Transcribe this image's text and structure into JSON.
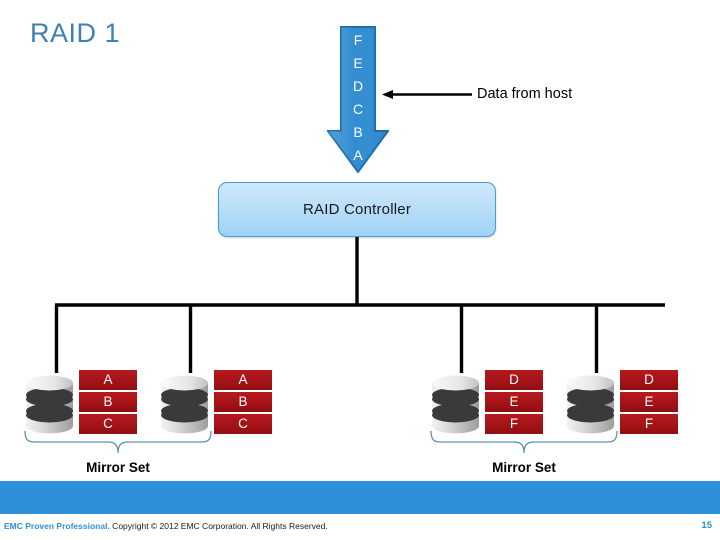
{
  "slide": {
    "title": "RAID 1",
    "title_color": "#4081b4",
    "background": "#ffffff"
  },
  "data_arrow": {
    "name": "data-stream-arrow",
    "direction": "down",
    "fill_color": "#2e8bd0",
    "border_color": "#1b6fae",
    "letters": [
      "F",
      "E",
      "D",
      "C",
      "B",
      "A"
    ]
  },
  "callout": {
    "label": "Data from host",
    "arrow_direction": "left",
    "color": "#000000"
  },
  "controller": {
    "label": "RAID Controller",
    "border_color": "#4b9dc8",
    "fill_top": "#cfe8fa",
    "fill_bottom": "#9fd2f6"
  },
  "disks": [
    {
      "name": "disk-1",
      "blocks": [
        "A",
        "B",
        "C"
      ]
    },
    {
      "name": "disk-2",
      "blocks": [
        "A",
        "B",
        "C"
      ]
    },
    {
      "name": "disk-3",
      "blocks": [
        "D",
        "E",
        "F"
      ]
    },
    {
      "name": "disk-4",
      "blocks": [
        "D",
        "E",
        "F"
      ]
    }
  ],
  "block_color": "#a41317",
  "mirror_sets": [
    {
      "name": "mirror-set-left",
      "label": "Mirror Set"
    },
    {
      "name": "mirror-set-right",
      "label": "Mirror Set"
    }
  ],
  "brace_color": "#5b93ab",
  "footer": {
    "brand": "EMC Proven Professional.",
    "copyright": " Copyright © 2012 EMC Corporation. All Rights Reserved.",
    "page_number": "15",
    "band_color": "#2e90db"
  }
}
